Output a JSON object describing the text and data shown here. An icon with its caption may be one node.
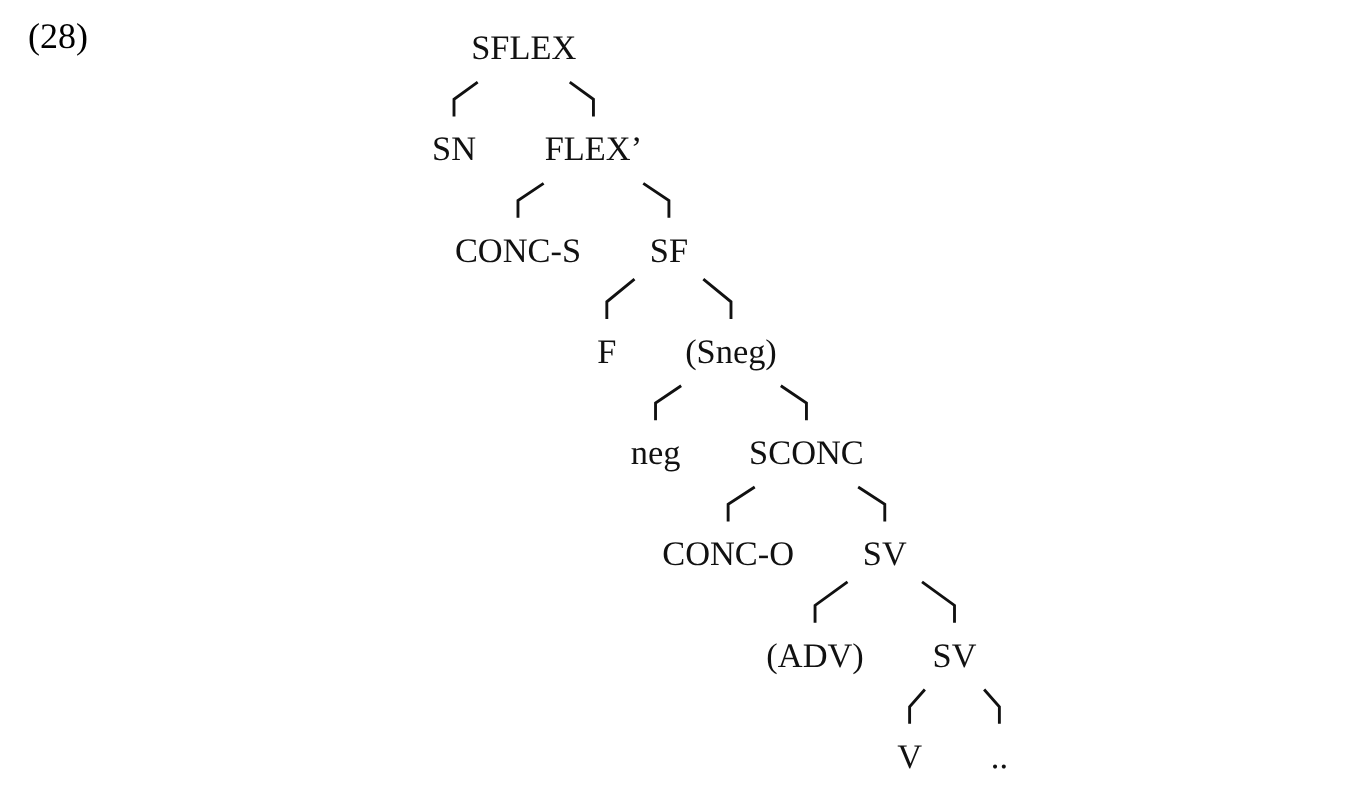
{
  "diagram": {
    "nodes": [
      {
        "text": [
          "SFLEX"
        ]
      },
      {
        "text": [
          "SN"
        ]
      },
      {
        "text": [
          "FLEX’"
        ]
      },
      {
        "text": [
          "CONC-S"
        ]
      },
      {
        "text": [
          "SF"
        ]
      },
      {
        "text": [
          "F"
        ]
      },
      {
        "text": [
          "(Sneg)"
        ]
      },
      {
        "text": [
          "neg"
        ]
      },
      {
        "text": [
          "SCONC"
        ]
      },
      {
        "text": [
          "CONC-O"
        ]
      },
      {
        "text": [
          "SV"
        ]
      },
      {
        "text": [
          "(ADV)"
        ]
      },
      {
        "text": [
          "SV"
        ]
      },
      {
        "text": [
          "V"
        ]
      },
      {
        "text": [
          ".."
        ]
      }
    ],
    "edges": [
      {
        "from": 0,
        "to": 1,
        "arrow": "none"
      },
      {
        "from": 0,
        "to": 2,
        "arrow": "none"
      },
      {
        "from": 2,
        "to": 3,
        "arrow": "none"
      },
      {
        "from": 2,
        "to": 4,
        "arrow": "none"
      },
      {
        "from": 4,
        "to": 5,
        "arrow": "none"
      },
      {
        "from": 4,
        "to": 6,
        "arrow": "none"
      },
      {
        "from": 6,
        "to": 7,
        "arrow": "none"
      },
      {
        "from": 6,
        "to": 8,
        "arrow": "none"
      },
      {
        "from": 8,
        "to": 9,
        "arrow": "none"
      },
      {
        "from": 8,
        "to": 10,
        "arrow": "none"
      },
      {
        "from": 10,
        "to": 11,
        "arrow": "none"
      },
      {
        "from": 10,
        "to": 12,
        "arrow": "none"
      },
      {
        "from": 12,
        "to": 13,
        "arrow": "none"
      },
      {
        "from": 12,
        "to": 14,
        "arrow": "none"
      }
    ],
    "labels": [
      "(28)"
    ]
  }
}
